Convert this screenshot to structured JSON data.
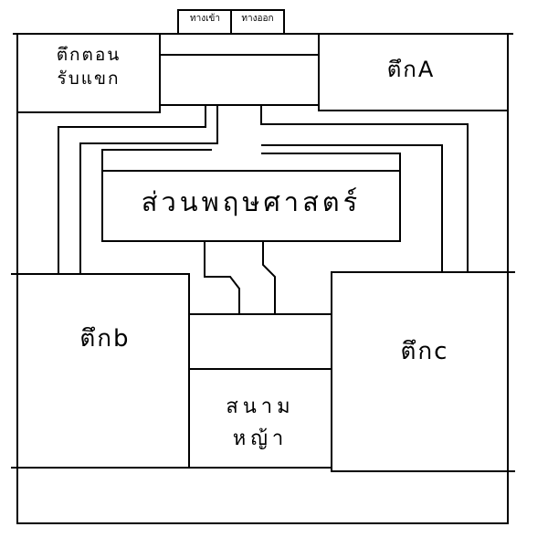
{
  "gate": {
    "entrance": "ทางเข้า",
    "exit": "ทางออก"
  },
  "buildings": {
    "reception": "ตึกตอน\nรับแขก",
    "building_a": "ตึกA",
    "building_b": "ตึกb",
    "building_c": "ตึกc"
  },
  "garden": "ส่วนพฤษศาสตร์",
  "lawn": "สนาม\nหญ้า",
  "colors": {
    "ink": "#000000",
    "paper": "#ffffff"
  }
}
